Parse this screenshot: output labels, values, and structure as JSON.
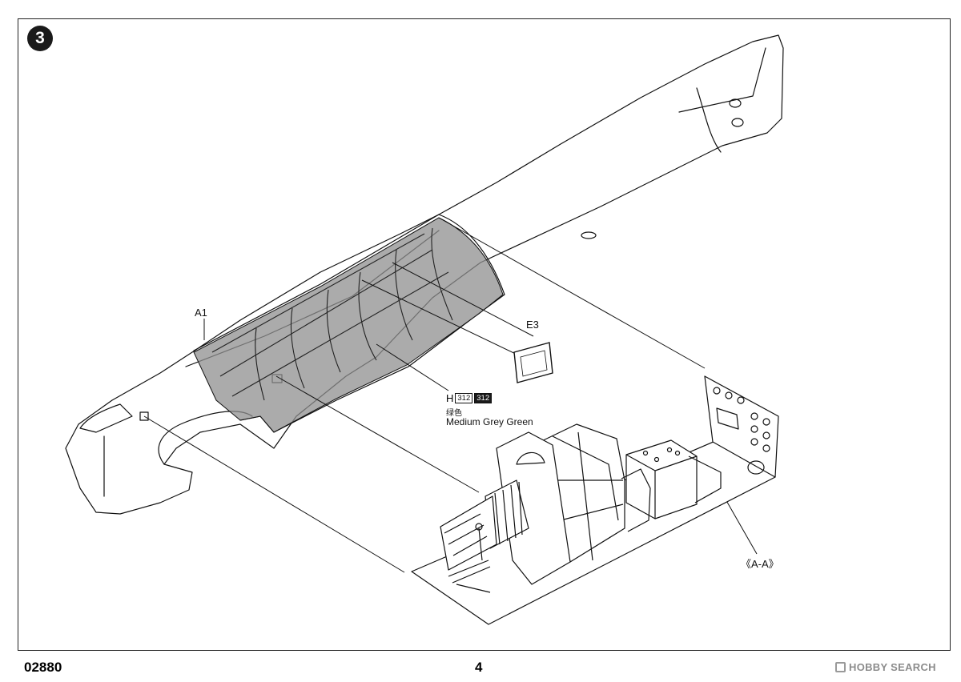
{
  "step": {
    "number": "3"
  },
  "parts": {
    "fuselage_half": "A1",
    "panel": "E3"
  },
  "paint": {
    "part_letter": "H",
    "code_light": "312",
    "code_dark": "312",
    "name_cn": "绿色",
    "name_en": "Medium Grey Green",
    "interior_color": "#8f8f8f"
  },
  "section_label": "《A-A》",
  "footer": {
    "product_code": "02880",
    "page_number": "4",
    "watermark": "HOBBY SEARCH"
  }
}
